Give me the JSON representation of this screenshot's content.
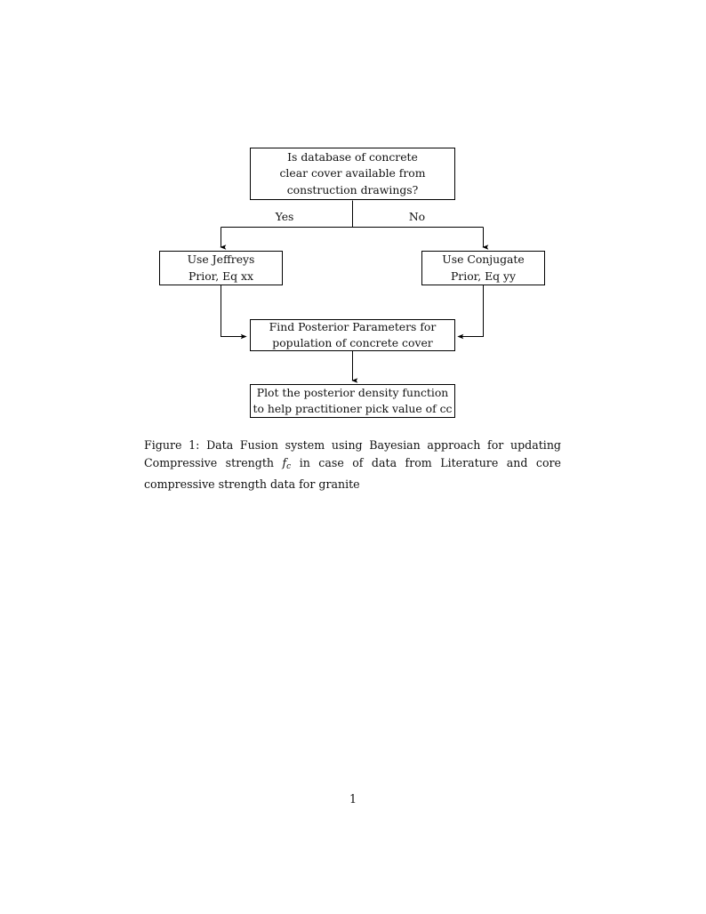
{
  "document": {
    "page_number": "1"
  },
  "figure": {
    "nodes": {
      "decision": {
        "id": "decision-database-available",
        "lines": [
          "Is database of concrete",
          "clear cover available from",
          "construction drawings?"
        ]
      },
      "jeffreys": {
        "id": "use-jeffreys-prior",
        "lines": [
          "Use Jeffreys",
          "Prior, Eq xx"
        ]
      },
      "conjugate": {
        "id": "use-conjugate-prior",
        "lines": [
          "Use Conjugate",
          "Prior, Eq yy"
        ]
      },
      "posterior": {
        "id": "find-posterior-parameters",
        "lines": [
          "Find Posterior Parameters for",
          "population of concrete cover"
        ]
      },
      "plot": {
        "id": "plot-posterior-density",
        "lines": [
          "Plot the posterior density function",
          "to help practitioner pick value of cc"
        ]
      }
    },
    "edge_labels": {
      "yes": "Yes",
      "no": "No"
    },
    "colors": {
      "stroke": "#000000",
      "text": "#111111",
      "background": "#ffffff"
    }
  },
  "caption": {
    "label": "Figure 1:",
    "text_before_math": "Data Fusion system using Bayesian approach for updating Compressive strength",
    "math_variable": "f",
    "math_subscript": "c",
    "text_after_math": "in case of data from Literature and core compressive strength data for granite",
    "full_text": "Figure 1: Data Fusion system using Bayesian approach for updating Compressive strength f_c in case of data from Literature and core compressive strength data for granite"
  }
}
